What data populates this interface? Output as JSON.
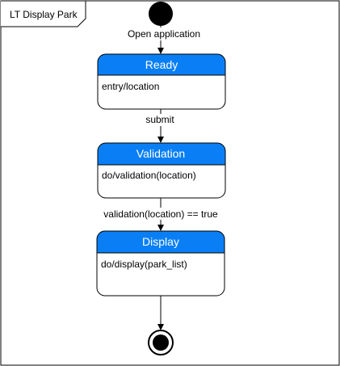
{
  "frame": {
    "title": "LT Display Park"
  },
  "colors": {
    "state_header": "#0a7ff5",
    "state_header_text": "#ffffff",
    "stroke": "#000000",
    "body_fill": "#ffffff"
  },
  "transitions": {
    "initial_to_ready": "Open application",
    "ready_to_validation": "submit",
    "validation_to_display": "validation(location) == true"
  },
  "states": {
    "ready": {
      "name": "Ready",
      "action": "entry/location"
    },
    "validation": {
      "name": "Validation",
      "action": "do/validation(location)"
    },
    "display": {
      "name": "Display",
      "action": "do/display(park_list)"
    }
  }
}
